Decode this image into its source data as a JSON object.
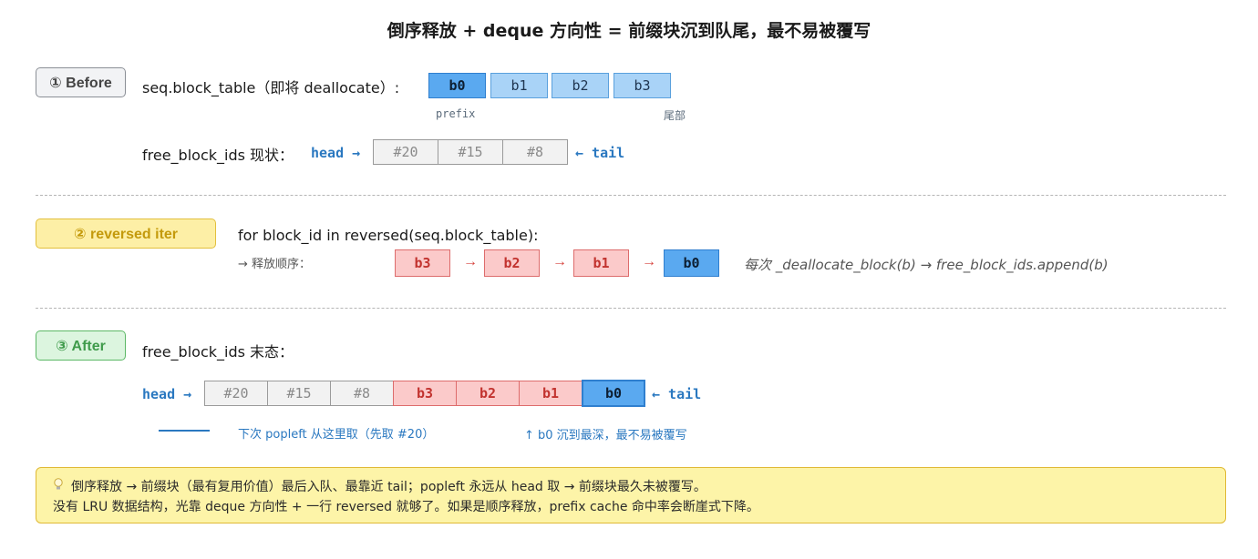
{
  "title": "倒序释放 + deque 方向性 = 前缀块沉到队尾，最不易被覆写",
  "steps": {
    "before": "① Before",
    "reversed": "② reversed iter",
    "after": "③ After"
  },
  "section1": {
    "block_table_label": "seq.block_table（即将 deallocate）:",
    "blocks": [
      "b0",
      "b1",
      "b2",
      "b3"
    ],
    "prefix_label": "prefix",
    "tail_label": "尾部",
    "free_label": "free_block_ids 现状：",
    "head": "head →",
    "tail": "← tail",
    "free_cells": [
      "#20",
      "#15",
      "#8"
    ]
  },
  "section2": {
    "code": "for block_id in reversed(seq.block_table):",
    "order_label": "→ 释放顺序：",
    "order": [
      "b3",
      "b2",
      "b1",
      "b0"
    ],
    "arrow": "→",
    "comment": "每次 _deallocate_block(b) → free_block_ids.append(b)"
  },
  "section3": {
    "free_label": "free_block_ids 末态：",
    "head": "head →",
    "tail": "← tail",
    "cells": [
      "#20",
      "#15",
      "#8",
      "b3",
      "b2",
      "b1",
      "b0"
    ],
    "popleft_note": "下次 popleft 从这里取（先取 #20）",
    "b0_note": "↑ b0 沉到最深，最不易被覆写"
  },
  "note": {
    "icon": "lightbulb-icon",
    "line1": "倒序释放 → 前缀块（最有复用价值）最后入队、最靠近 tail；popleft 永远从 head 取 → 前缀块最久未被覆写。",
    "line2": "没有 LRU 数据结构，光靠 deque 方向性 + 一行 reversed 就够了。如果是顺序释放，prefix cache 命中率会断崖式下降。"
  },
  "colors": {
    "blue": "#5aa9f0",
    "blue_light": "#a9d3f7",
    "red": "#fbcaca",
    "gray": "#f2f2f2",
    "note_bg": "#fdf4a8"
  }
}
